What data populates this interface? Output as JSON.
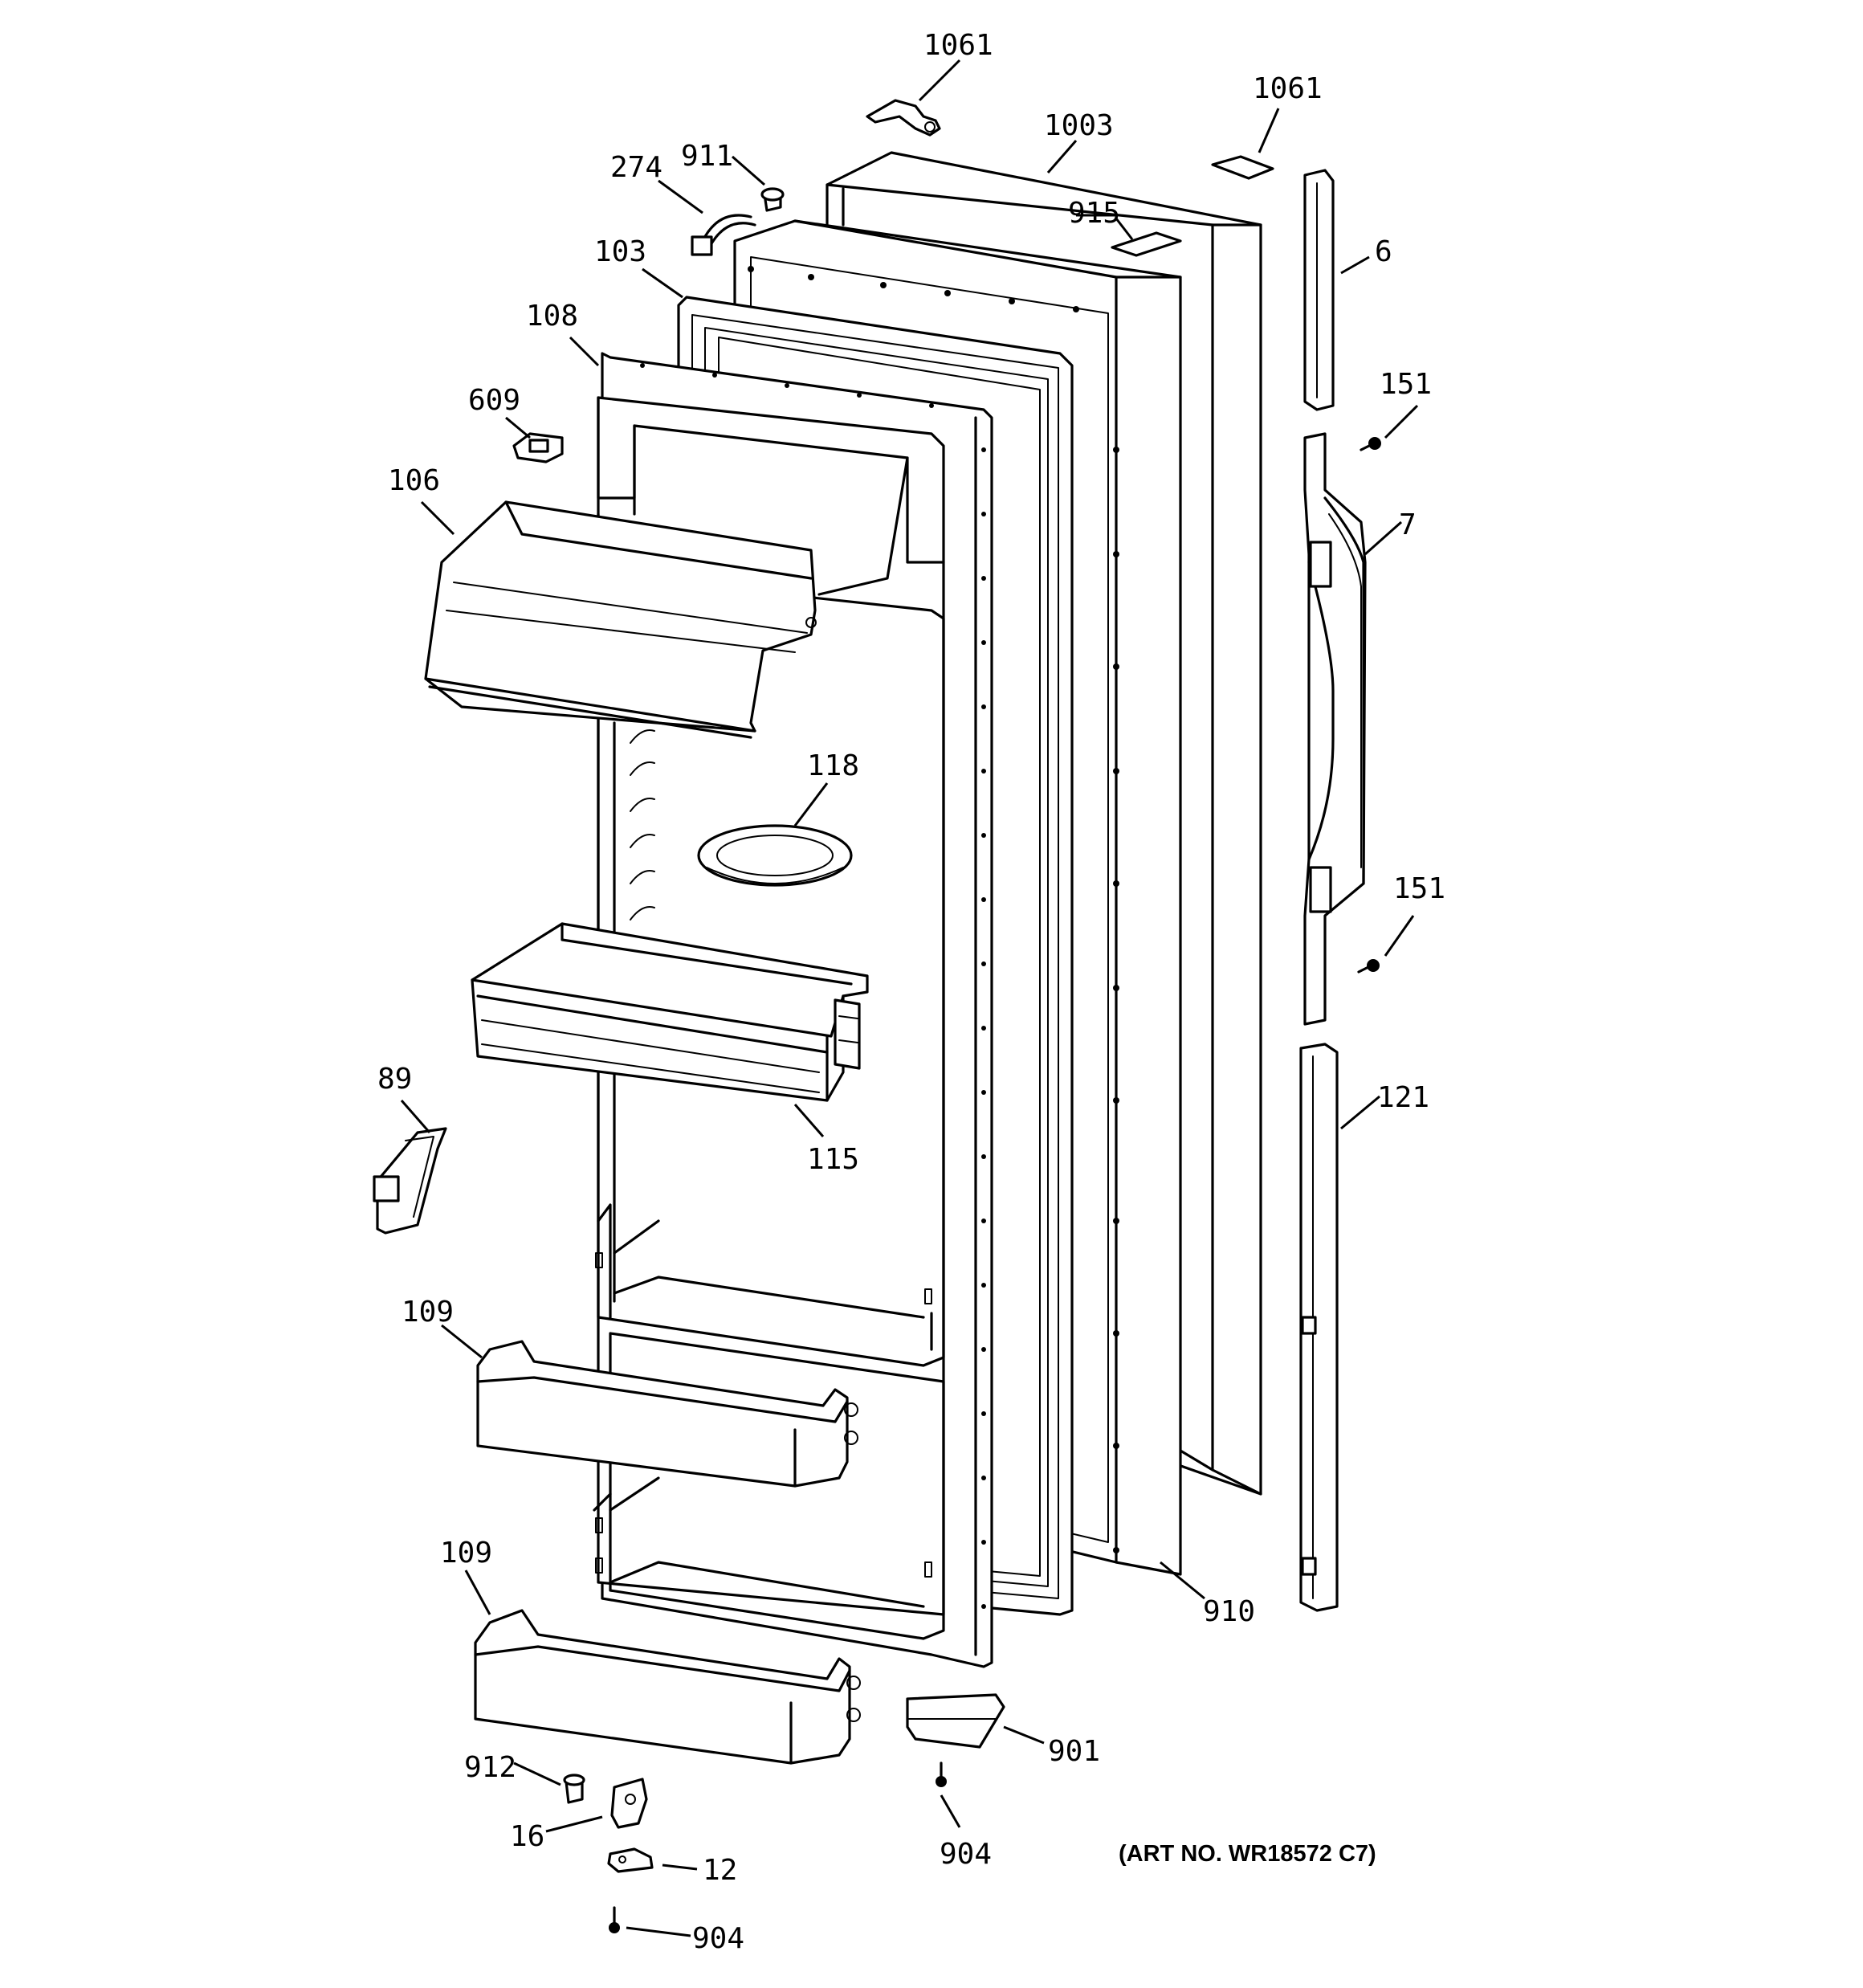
{
  "callouts": {
    "c1061a": "1061",
    "c1061b": "1061",
    "c1003": "1003",
    "c911": "911",
    "c274": "274",
    "c915": "915",
    "c103": "103",
    "c6": "6",
    "c108": "108",
    "c151a": "151",
    "c609": "609",
    "c106": "106",
    "c7": "7",
    "c118": "118",
    "c151b": "151",
    "c89": "89",
    "c115": "115",
    "c121": "121",
    "c109a": "109",
    "c109b": "109",
    "c910": "910",
    "c901": "901",
    "c912": "912",
    "c904a": "904",
    "c16": "16",
    "c12": "12",
    "c904b": "904"
  },
  "art_number": "(ART NO. WR18572 C7)"
}
